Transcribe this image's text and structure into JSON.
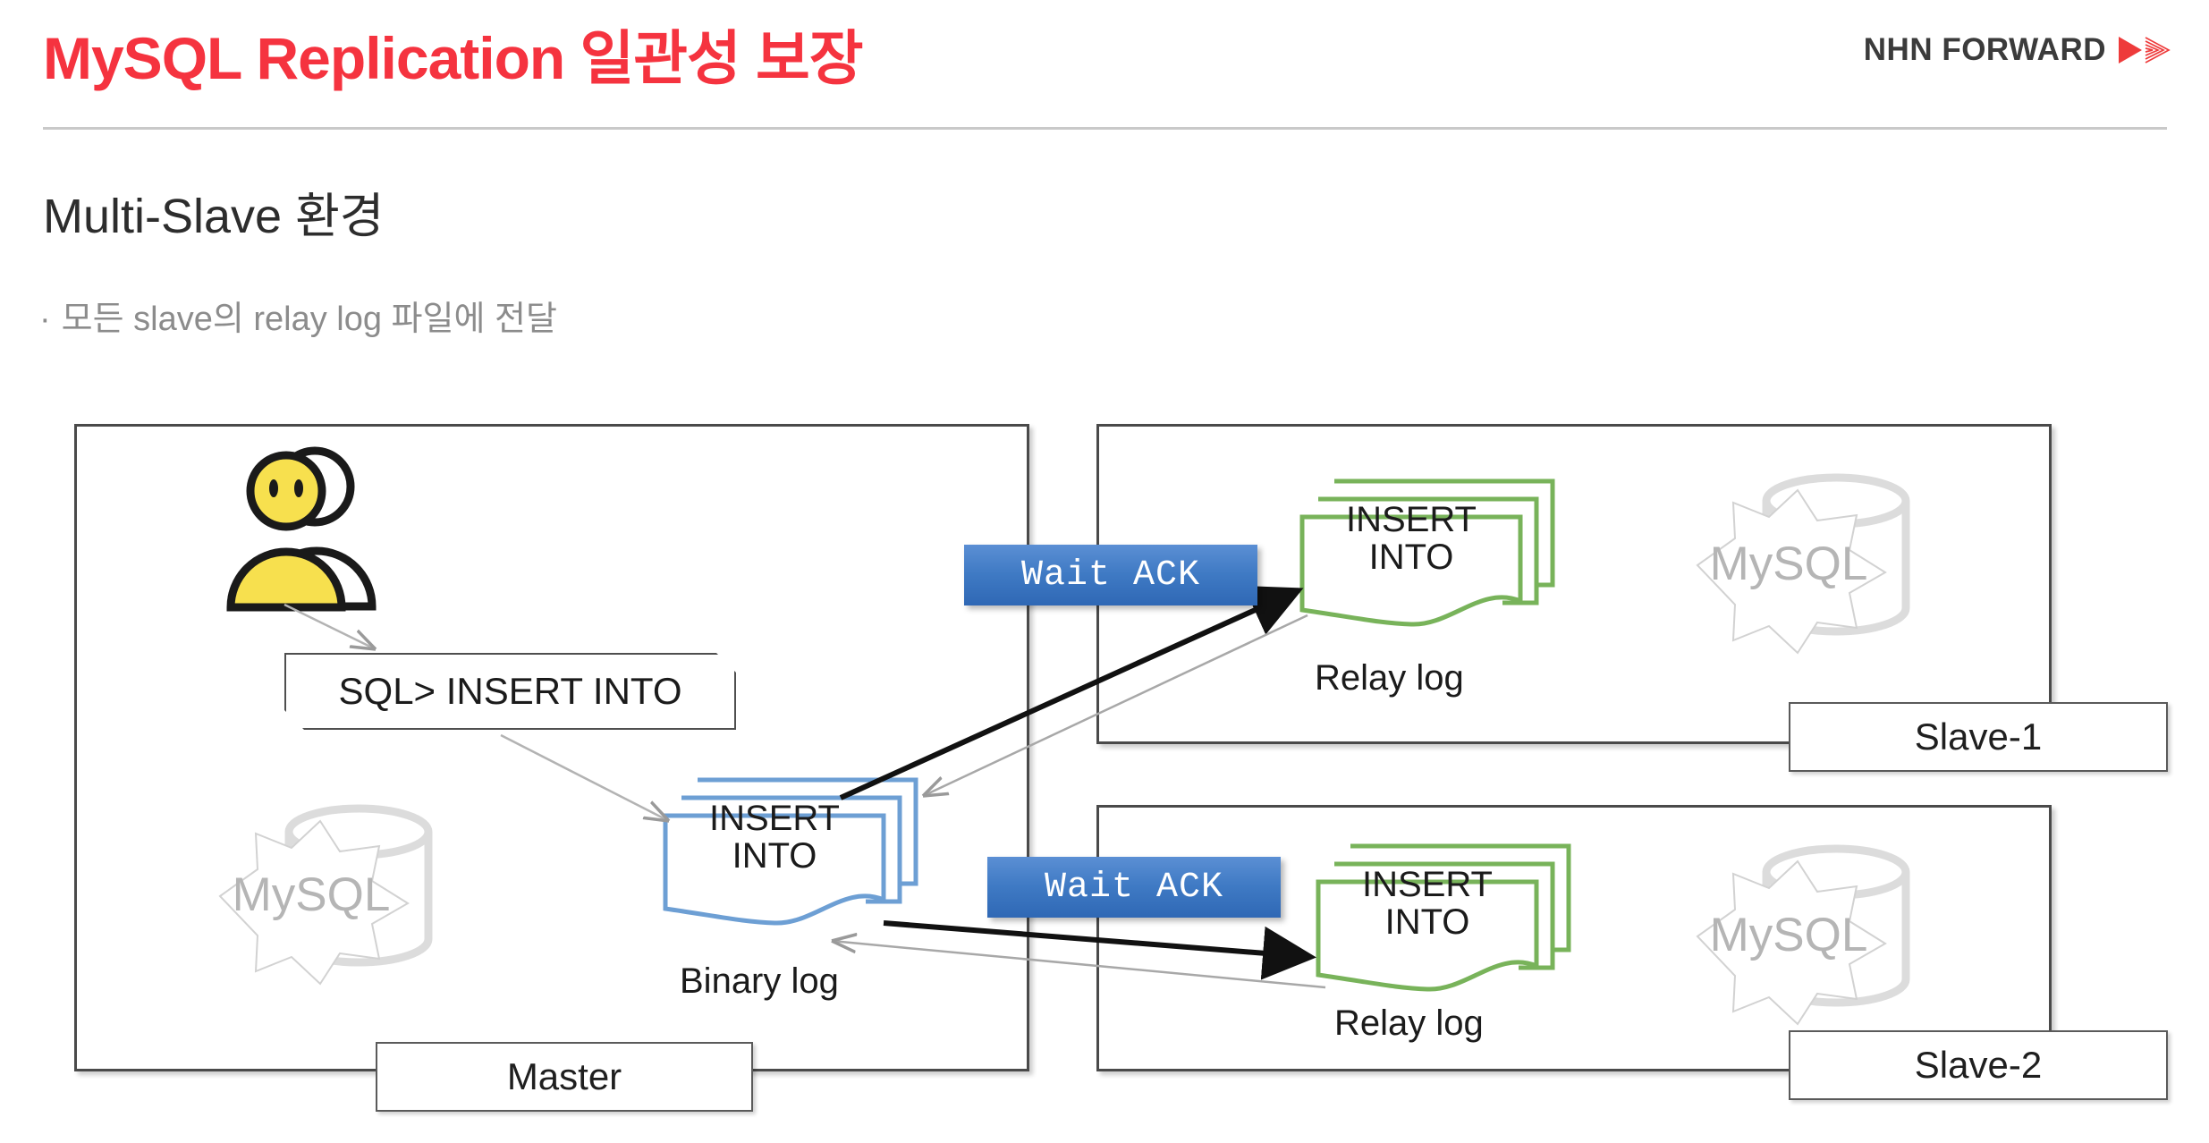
{
  "header": {
    "title": "MySQL Replication 일관성 보장",
    "title_color": "#f5333f",
    "brand": "NHN FORWARD",
    "brand_arrow_color": "#ee3b3b"
  },
  "section": {
    "heading": "Multi-Slave 환경",
    "bullet_marker": "·",
    "bullet_text": "모든 slave의 relay log 파일에 전달"
  },
  "diagram": {
    "master": {
      "role_label": "Master",
      "user_icon": "user-person-icon",
      "sql_callout": "SQL> INSERT INTO",
      "binary_log": {
        "line1": "INSERT",
        "line2": "INTO",
        "caption": "Binary log",
        "stroke_color": "#6d9fd4"
      },
      "db_watermark": "MySQL"
    },
    "slaves": [
      {
        "role_label": "Slave-1",
        "relay_log": {
          "line1": "INSERT",
          "line2": "INTO",
          "caption": "Relay log",
          "stroke_color": "#78b35a"
        },
        "db_watermark": "MySQL",
        "ack_badge": "Wait ACK"
      },
      {
        "role_label": "Slave-2",
        "relay_log": {
          "line1": "INSERT",
          "line2": "INTO",
          "caption": "Relay log",
          "stroke_color": "#78b35a"
        },
        "db_watermark": "MySQL",
        "ack_badge": "Wait ACK"
      }
    ],
    "ack_badge_color": "#3f7ac4"
  }
}
